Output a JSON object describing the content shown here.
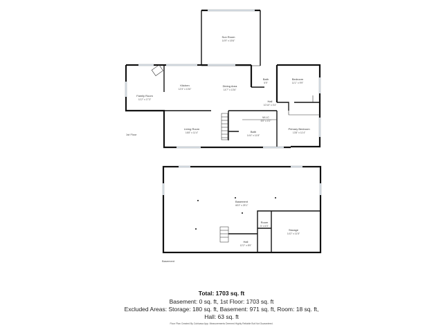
{
  "floors": {
    "first": "1st Floor",
    "basement": "Basement"
  },
  "rooms": {
    "sun_room": {
      "name": "Sun Room",
      "dims": "14'9\" x 15'6\""
    },
    "family_room": {
      "name": "Family Room",
      "dims": "11'2\" x 17'3\""
    },
    "kitchen": {
      "name": "Kitchen",
      "dims": "12'3\" x 13'6\""
    },
    "dining_area": {
      "name": "Dining Area",
      "dims": "14'7\" x 13'6\""
    },
    "bath_upper": {
      "name": "Bath",
      "dims": "5'9\""
    },
    "bedroom": {
      "name": "Bedroom",
      "dims": "11'1\" x 9'9\""
    },
    "hall": {
      "name": "Hall",
      "dims": "10'10\" x 3'4\""
    },
    "wic": {
      "name": "W.I.C",
      "dims": "6'0\" x 4'1\""
    },
    "living_room": {
      "name": "Living Room",
      "dims": "16'8\" x 11'4\""
    },
    "bath_lower": {
      "name": "Bath",
      "dims": "14'4\" x 11'8\""
    },
    "primary_bedroom": {
      "name": "Primary Bedroom",
      "dims": "13'8\" x 11'4\""
    },
    "basement": {
      "name": "Basement",
      "dims": "46'3\" x 25'1\""
    },
    "room": {
      "name": "Room",
      "dims": "5' x 6'3\""
    },
    "storage": {
      "name": "Storage",
      "dims": "14'2\" x 11'5\""
    },
    "basement_hall": {
      "name": "Hall",
      "dims": "12'2\" x 8'9\""
    }
  },
  "summary": {
    "total": "Total: 1703 sq. ft",
    "line1": "Basement: 0 sq. ft, 1st Floor: 1703 sq. ft",
    "line2": "Excluded Areas: Storage: 180 sq. ft, Basement: 971 sq. ft, Room: 18 sq. ft,",
    "line3": "Hall: 63 sq. ft",
    "disclaimer": "Floor Plan Created By Cubicasa App. Measurements Deemed Highly Reliable But Not Guaranteed."
  }
}
